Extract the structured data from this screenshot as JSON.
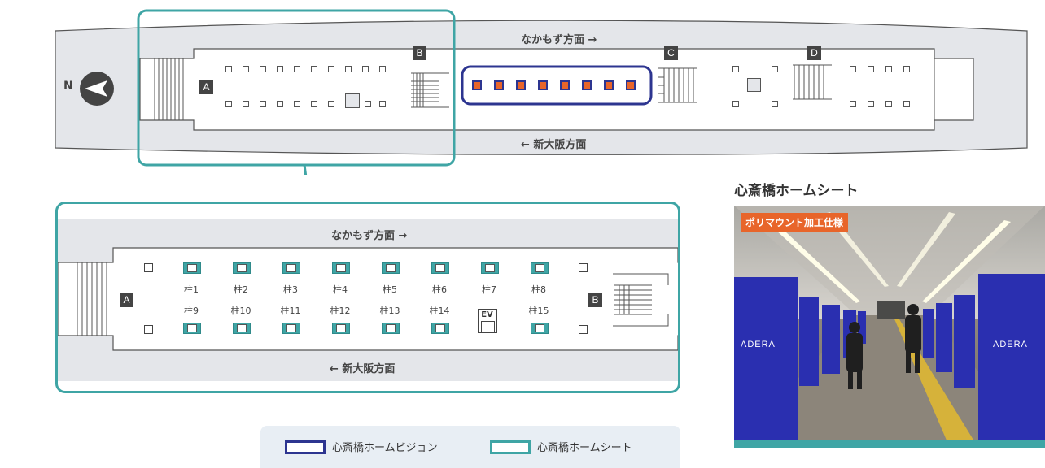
{
  "overview": {
    "north_label": "N",
    "dir_top": "なかもず方面 →",
    "dir_bottom": "← 新大阪方面",
    "tags": [
      "A",
      "B",
      "C",
      "D"
    ]
  },
  "detail": {
    "dir_top": "なかもず方面 →",
    "dir_bottom": "← 新大阪方面",
    "tag_a": "A",
    "tag_b": "B",
    "ev_label": "EV",
    "pillars_top": [
      "柱1",
      "柱2",
      "柱3",
      "柱4",
      "柱5",
      "柱6",
      "柱7",
      "柱8"
    ],
    "pillars_bottom": [
      "柱9",
      "柱10",
      "柱11",
      "柱12",
      "柱13",
      "柱14",
      "柱15"
    ]
  },
  "photo": {
    "heading": "心斎橋ホームシート",
    "badge": "ポリマウント加工仕様",
    "ad_brand": "ADERA"
  },
  "legend": {
    "vision_label": "心斎橋ホームビジョン",
    "sheet_label": "心斎橋ホームシート",
    "vision_color": "#2d3590",
    "sheet_color": "#3fa5a5"
  },
  "colors": {
    "teal": "#3fa5a5",
    "navy": "#2d3590",
    "orange": "#e8652a"
  }
}
